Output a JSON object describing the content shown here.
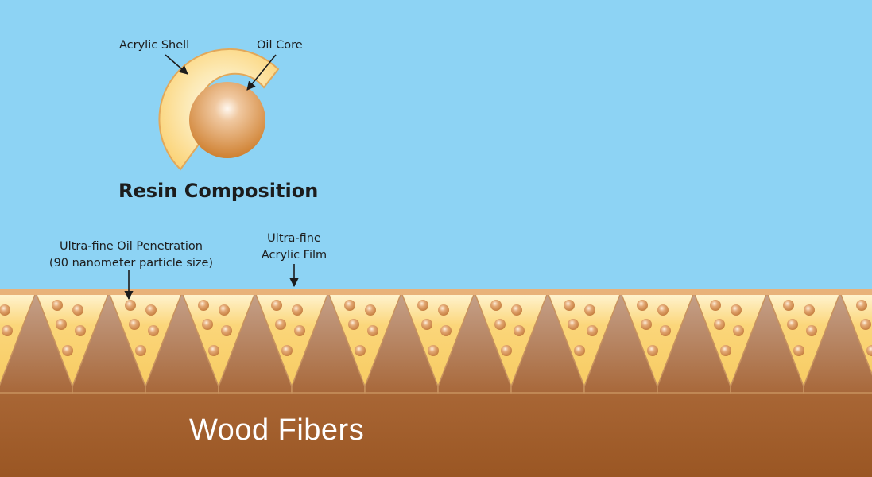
{
  "labels": {
    "acrylic_shell": "Acrylic Shell",
    "oil_core": "Oil Core",
    "resin_title": "Resin Composition",
    "oil_penetration_line1": "Ultra-fine Oil Penetration",
    "oil_penetration_line2": "(90 nanometer particle size)",
    "acrylic_film_line1": "Ultra-fine",
    "acrylic_film_line2": "Acrylic Film",
    "wood_fibers": "Wood Fibers"
  },
  "colors": {
    "sky": "#8dd3f4",
    "shell": "#fbd984",
    "shell_edge": "#e2a85a",
    "core": "#d58a3c",
    "film": "#e8b27a",
    "pocket": "#fbd67a",
    "wood_dark": "#9a5623",
    "wood_light": "#c5a18a",
    "particle": "#d28a45"
  }
}
